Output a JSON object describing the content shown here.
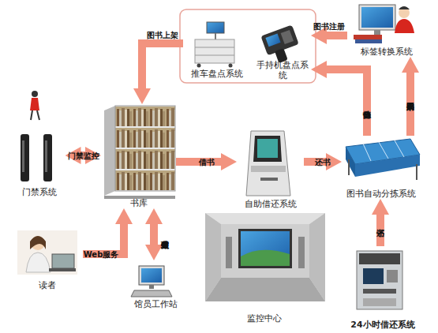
{
  "diagram": {
    "nodes": [
      {
        "text": [
          "推车盘点系统"
        ]
      },
      {
        "text": [
          "手持机盘点系统"
        ]
      },
      {
        "text": [
          "标签转换系统"
        ]
      },
      {
        "text": [
          "门禁系统"
        ]
      },
      {
        "text": [
          "书库"
        ]
      },
      {
        "text": [
          "自助借还系统"
        ]
      },
      {
        "text": [
          "图书自动分拣系统"
        ]
      },
      {
        "text": [
          "读者"
        ]
      },
      {
        "text": [
          "馆员工作站"
        ]
      },
      {
        "text": [
          "监控中心"
        ]
      },
      {
        "text": [
          "24小时借还系统"
        ]
      }
    ],
    "edges": [
      {
        "from": 3,
        "to": 4,
        "label": "门禁监控",
        "arrow": "both"
      },
      {
        "from": 7,
        "to": 4,
        "label": "Web服务",
        "arrow": "to"
      },
      {
        "from": 4,
        "to": 8,
        "label": "馆员业务处理",
        "arrow": "both"
      },
      {
        "from": 4,
        "to": 5,
        "label": "借书",
        "arrow": "to"
      },
      {
        "from": 5,
        "to": 6,
        "label": "还书",
        "arrow": "to"
      },
      {
        "from": 10,
        "to": 6,
        "label": "还书",
        "arrow": "to"
      },
      {
        "from": 6,
        "to": 2,
        "label": "图书采购",
        "arrow": "to"
      },
      {
        "from": 6,
        "to": 1,
        "label": "自动分拣",
        "arrow": "to"
      },
      {
        "from": 2,
        "to": 1,
        "label": "图书注册",
        "arrow": "to"
      },
      {
        "from": 0,
        "to": 4,
        "label": "图书上架",
        "arrow": "to"
      }
    ]
  }
}
